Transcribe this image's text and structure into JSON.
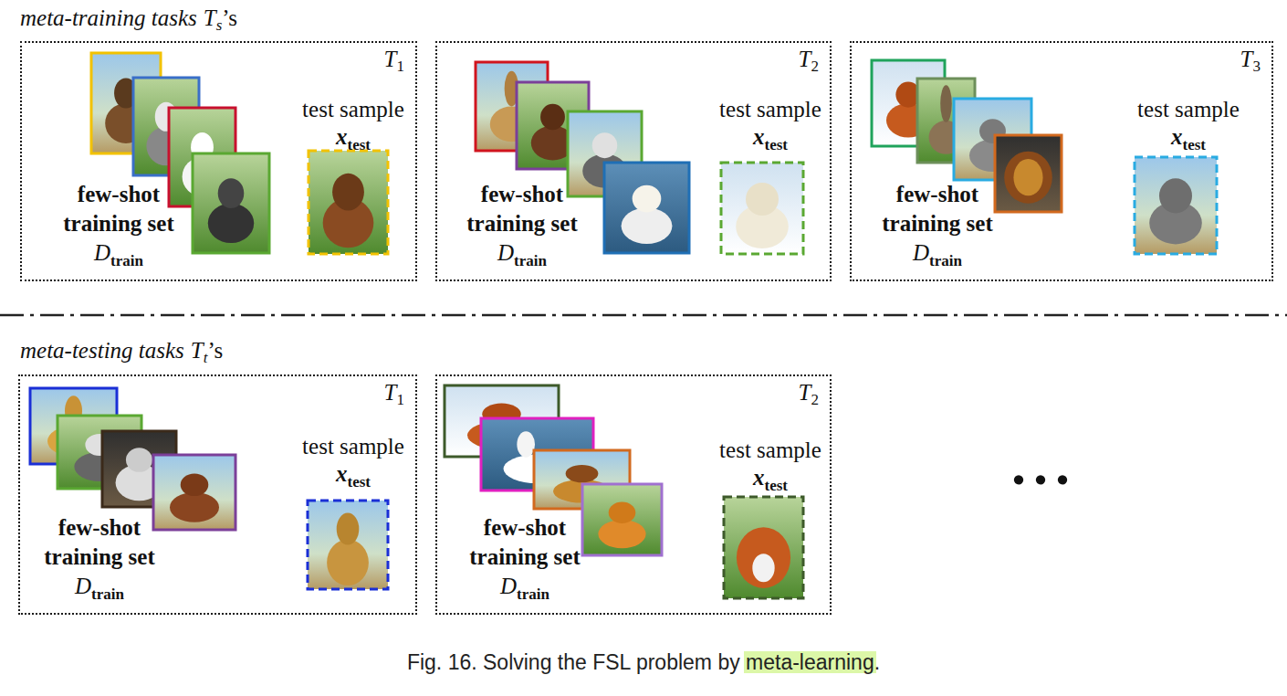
{
  "diagram": {
    "caption": "Fig. 16. Solving the FSL problem by meta-learning.",
    "nodes": [
      {
        "text": [
          "T",
          "1",
          "few-shot training set",
          "D",
          "train",
          "test sample",
          "x",
          "test"
        ]
      },
      {
        "text": [
          "T",
          "2",
          "few-shot training set",
          "D",
          "train",
          "test sample",
          "x",
          "test"
        ]
      },
      {
        "text": [
          "T",
          "3",
          "few-shot training set",
          "D",
          "train",
          "test sample",
          "x",
          "test"
        ]
      },
      {
        "text": [
          "T",
          "1",
          "few-shot training set",
          "D",
          "train",
          "test sample",
          "x",
          "test"
        ]
      },
      {
        "text": [
          "T",
          "2",
          "few-shot training set",
          "D",
          "train",
          "test sample",
          "x",
          "test"
        ]
      }
    ],
    "labels": [
      "meta-training tasks",
      "T",
      "s",
      "’s",
      "meta-testing tasks",
      "T",
      "t",
      "’s",
      "..."
    ]
  }
}
